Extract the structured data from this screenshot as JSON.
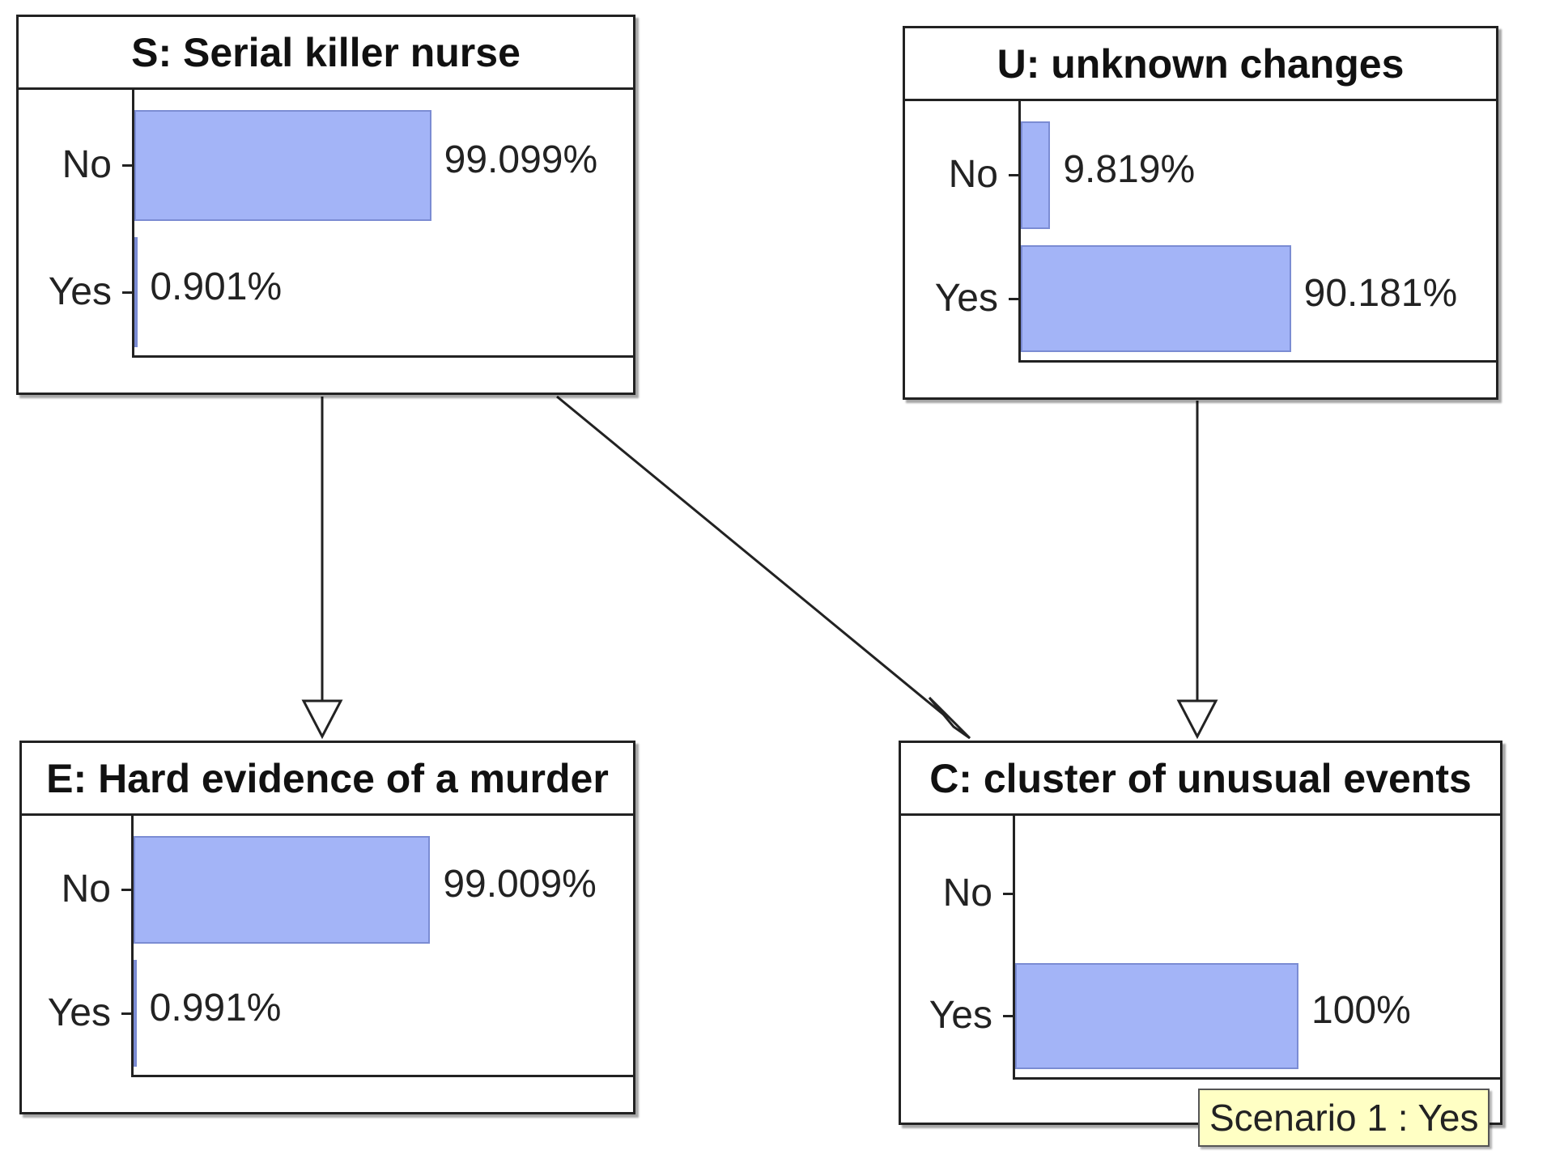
{
  "nodes": [
    {
      "id": "S",
      "title": "S: Serial killer nurse",
      "states": [
        {
          "label": "No",
          "value": 99.099,
          "value_text": "99.099%"
        },
        {
          "label": "Yes",
          "value": 0.901,
          "value_text": "0.901%"
        }
      ]
    },
    {
      "id": "U",
      "title": "U: unknown changes",
      "states": [
        {
          "label": "No",
          "value": 9.819,
          "value_text": "9.819%"
        },
        {
          "label": "Yes",
          "value": 90.181,
          "value_text": "90.181%"
        }
      ]
    },
    {
      "id": "E",
      "title": "E: Hard evidence of a murder",
      "states": [
        {
          "label": "No",
          "value": 99.009,
          "value_text": "99.009%"
        },
        {
          "label": "Yes",
          "value": 0.991,
          "value_text": "0.991%"
        }
      ]
    },
    {
      "id": "C",
      "title": "C: cluster of unusual events",
      "states": [
        {
          "label": "No",
          "value": 0,
          "value_text": ""
        },
        {
          "label": "Yes",
          "value": 100,
          "value_text": "100%"
        }
      ]
    }
  ],
  "edges": [
    {
      "from": "S",
      "to": "E"
    },
    {
      "from": "S",
      "to": "C"
    },
    {
      "from": "U",
      "to": "C"
    }
  ],
  "tooltip": {
    "text": "Scenario 1 : Yes"
  },
  "colors": {
    "bar_fill": "#a3b4f7",
    "bar_border": "#7b8cd3",
    "tooltip_bg": "#ffffc4"
  }
}
